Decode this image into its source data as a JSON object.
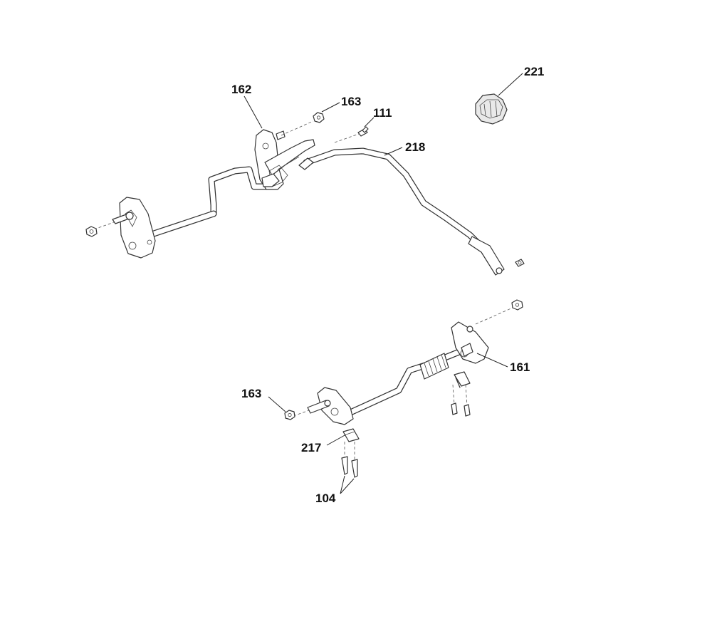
{
  "callouts": {
    "c162": "162",
    "c163_top": "163",
    "c111": "111",
    "c218": "218",
    "c221": "221",
    "c161": "161",
    "c163_bottom": "163",
    "c217": "217",
    "c104": "104"
  }
}
